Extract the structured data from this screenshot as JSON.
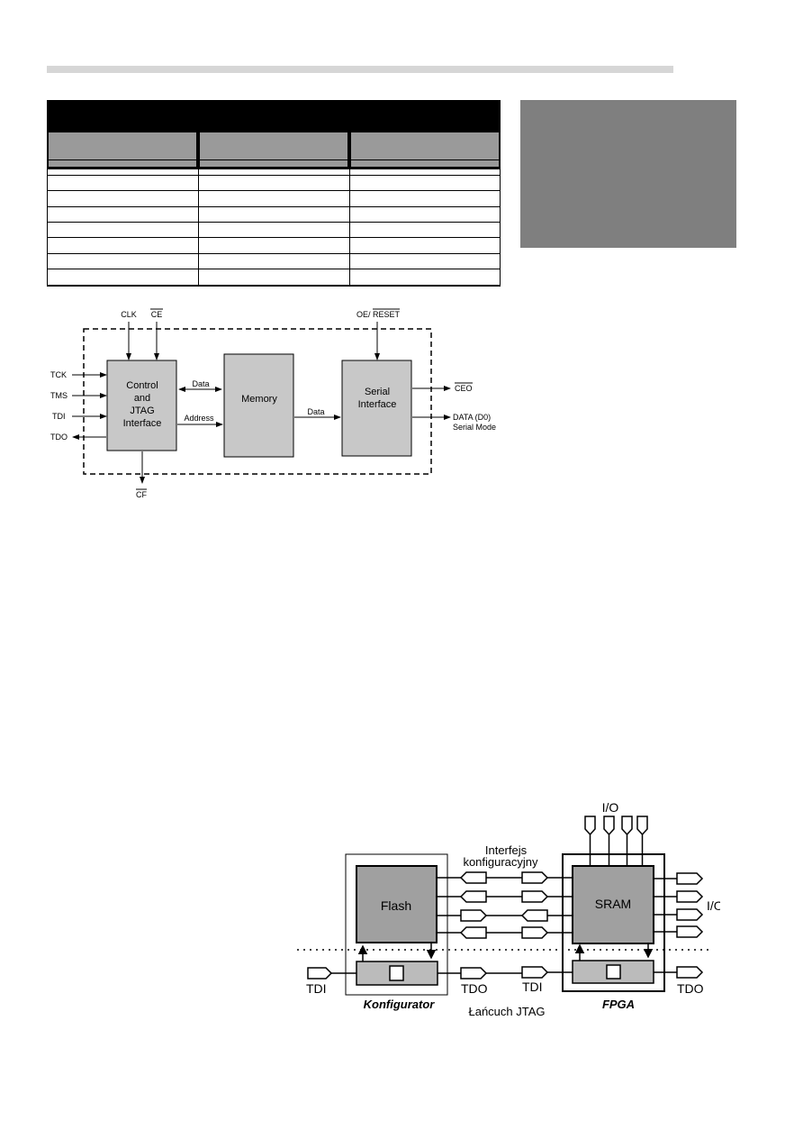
{
  "block_diagram": {
    "inputs_top": {
      "clk": "CLK",
      "ce": "CE",
      "oe_reset_prefix": "OE/",
      "oe_reset_bar": "RESET"
    },
    "inputs_left": [
      "TCK",
      "TMS",
      "TDI"
    ],
    "output_left": "TDO",
    "output_bottom": "CF",
    "control_block": [
      "Control",
      "and",
      "JTAG",
      "Interface"
    ],
    "memory_block": "Memory",
    "serial_block": [
      "Serial",
      "Interface"
    ],
    "bus_data": "Data",
    "bus_address": "Address",
    "bus_data2": "Data",
    "out_ceo": "CEO",
    "out_data": "DATA (D0)",
    "out_mode": "Serial Mode"
  },
  "chain_diagram": {
    "io_top": "I/O",
    "interface_line1": "Interfejs",
    "interface_line2": "konfiguracyjny",
    "flash": "Flash",
    "sram": "SRAM",
    "io_right": "I/O",
    "tdi_left": "TDI",
    "tdo_mid": "TDO",
    "tdi_mid": "TDI",
    "tdo_right": "TDO",
    "konfigurator": "Konfigurator",
    "jtag_chain": "Łańcuch JTAG",
    "fpga": "FPGA"
  }
}
